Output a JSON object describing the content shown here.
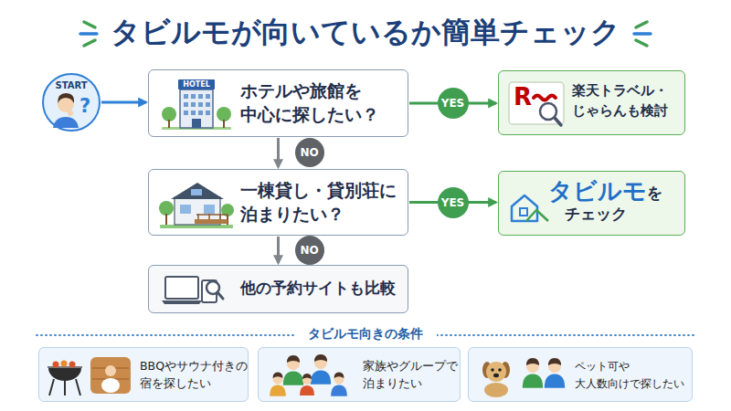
{
  "diagram": {
    "title": "タビルモが向いているか簡単チェック",
    "nodes": [
      {
        "text": [
          "START",
          "?"
        ]
      },
      {
        "text": [
          "HOTEL",
          "ホテルや旅館を 中心に探したい？"
        ]
      },
      {
        "text": [
          "R",
          "楽天トラベル・ じゃらんも検討"
        ]
      },
      {
        "text": [
          "一棟貸し・貸別荘に 泊まりたい？"
        ]
      },
      {
        "text": [
          "タビルモ",
          "を チェック"
        ]
      },
      {
        "text": [
          "他の予約サイトも比較"
        ]
      },
      {
        "text": [
          "BBQやサウナ付きの 宿を探したい"
        ]
      },
      {
        "text": [
          "家族やグループで 泊まりたい"
        ]
      },
      {
        "text": [
          "ペット可や 大人数向けで探したい"
        ]
      }
    ],
    "edges": [
      {
        "from": 0,
        "to": 1,
        "arrow": "to"
      },
      {
        "from": 1,
        "to": 2,
        "label": "YES",
        "arrow": "to"
      },
      {
        "from": 1,
        "to": 3,
        "label": "NO",
        "arrow": "to"
      },
      {
        "from": 3,
        "to": 4,
        "label": "YES",
        "arrow": "to"
      },
      {
        "from": 3,
        "to": 5,
        "label": "NO",
        "arrow": "to"
      }
    ],
    "labels": [
      "タビルモ向きの条件"
    ]
  }
}
